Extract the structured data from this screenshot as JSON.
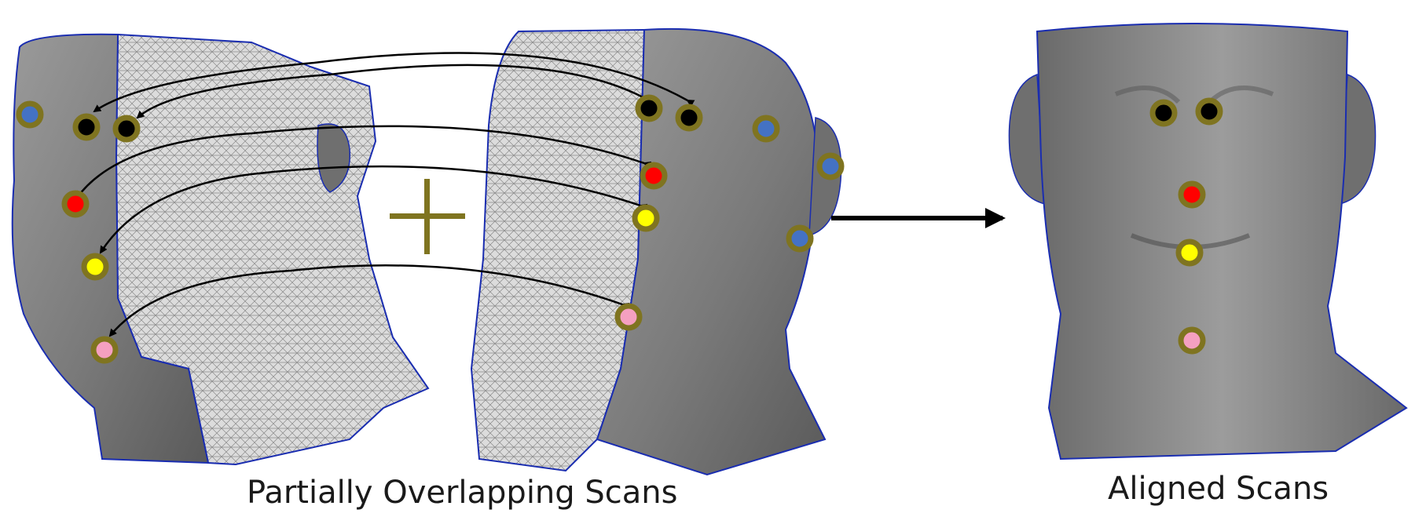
{
  "captions": {
    "left": "Partially Overlapping Scans",
    "right": "Aligned Scans"
  },
  "colors": {
    "landmark_ring": "#7f7420",
    "plus_sign": "#7f7420",
    "eye": "#000000",
    "nose": "#ff0000",
    "lip": "#ffff00",
    "chin": "#f5a0c0",
    "ear": "#4472c4",
    "face_surface": "#7b7b7b",
    "mesh_surface": "#d2d2d2",
    "scan_outline": "#1a2db0",
    "arrow": "#000000"
  },
  "landmarks": [
    "eye-left",
    "eye-right",
    "nose",
    "lip",
    "chin",
    "ear-left",
    "ear-right"
  ]
}
